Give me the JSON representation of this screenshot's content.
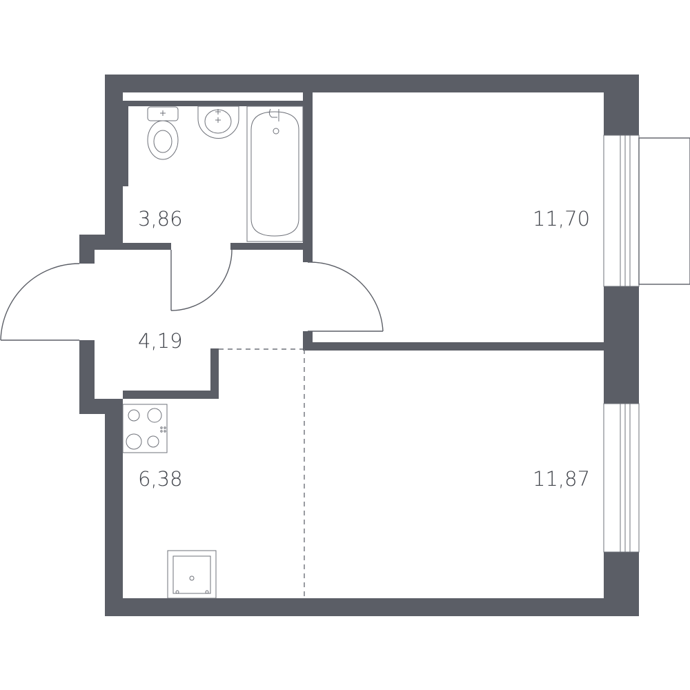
{
  "rooms": {
    "bathroom": {
      "area": "3,86"
    },
    "hallway": {
      "area": "4,19"
    },
    "kitchen": {
      "area": "6,38"
    },
    "bedroom": {
      "area": "11,70"
    },
    "living": {
      "area": "11,87"
    }
  },
  "colors": {
    "wall": "#5b5e66",
    "text": "#3f4249",
    "background": "#ffffff"
  }
}
